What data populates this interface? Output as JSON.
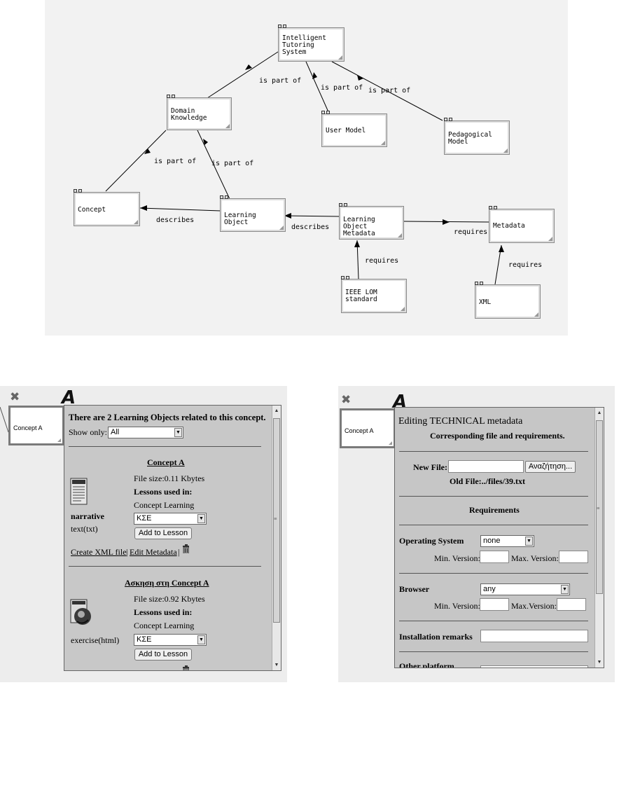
{
  "concept_map": {
    "nodes": {
      "its": "Intelligent\nTutoring\nSystem",
      "domain": "Domain\nKnowledge",
      "user_model": "User Model",
      "pedagogical": "Pedagogical\nModel",
      "concept": "Concept",
      "learning_object": "Learning Object",
      "lom": "Learning Object\nMetadata",
      "metadata": "Metadata",
      "ieee": "IEEE LOM\nstandard",
      "xml": "XML"
    },
    "edges": {
      "domain_its": "is part of",
      "user_its": "is part of",
      "ped_its": "is part of",
      "concept_domain": "is part of",
      "lo_domain": "is part of",
      "lo_concept": "describes",
      "lom_lo": "describes",
      "lom_metadata": "requires",
      "ieee_lom": "requires",
      "xml_metadata": "requires"
    }
  },
  "left_panel": {
    "close_icon": "✖",
    "letter": "A",
    "concept_node": "Concept A",
    "header": "There are 2 Learning Objects related to this concept.",
    "show_only_label": "Show only:",
    "show_only_value": "All",
    "objects": [
      {
        "title": "Concept A",
        "file_size": "File size:0.11 Kbytes",
        "lessons_label": "Lessons used in:",
        "lesson": "Concept Learning",
        "type_line1": "narrative",
        "type_line2": "text(txt)",
        "lesson_select": "ΚΣΕ",
        "add_button": "Add to Lesson",
        "create_xml": "Create XML file",
        "sep": "|",
        "edit_metadata": "Edit Metadata",
        "sep2": "|"
      },
      {
        "title": "Ασκηση στη Concept A",
        "file_size": "File size:0.92 Kbytes",
        "lessons_label": "Lessons used in:",
        "lesson": "Concept Learning",
        "type_line1": "exercise(html)",
        "lesson_select": "ΚΣΕ",
        "add_button": "Add to Lesson"
      }
    ]
  },
  "right_panel": {
    "close_icon": "✖",
    "letter": "A",
    "concept_node": "Concept A",
    "title": "Editing TECHNICAL metadata",
    "subtitle": "Corresponding file and requirements.",
    "new_file_label": "New File:",
    "browse_button": "Αναζήτηση...",
    "old_file": "Old File:../files/39.txt",
    "requirements": "Requirements",
    "os_label": "Operating System",
    "os_value": "none",
    "min_version": "Min. Version:",
    "max_version": "Max. Version:",
    "browser_label": "Browser",
    "browser_value": "any",
    "min_version2": "Min. Version:",
    "max_version2": "Max.Version:",
    "install_label": "Installation remarks",
    "other_label": "Other platform"
  }
}
